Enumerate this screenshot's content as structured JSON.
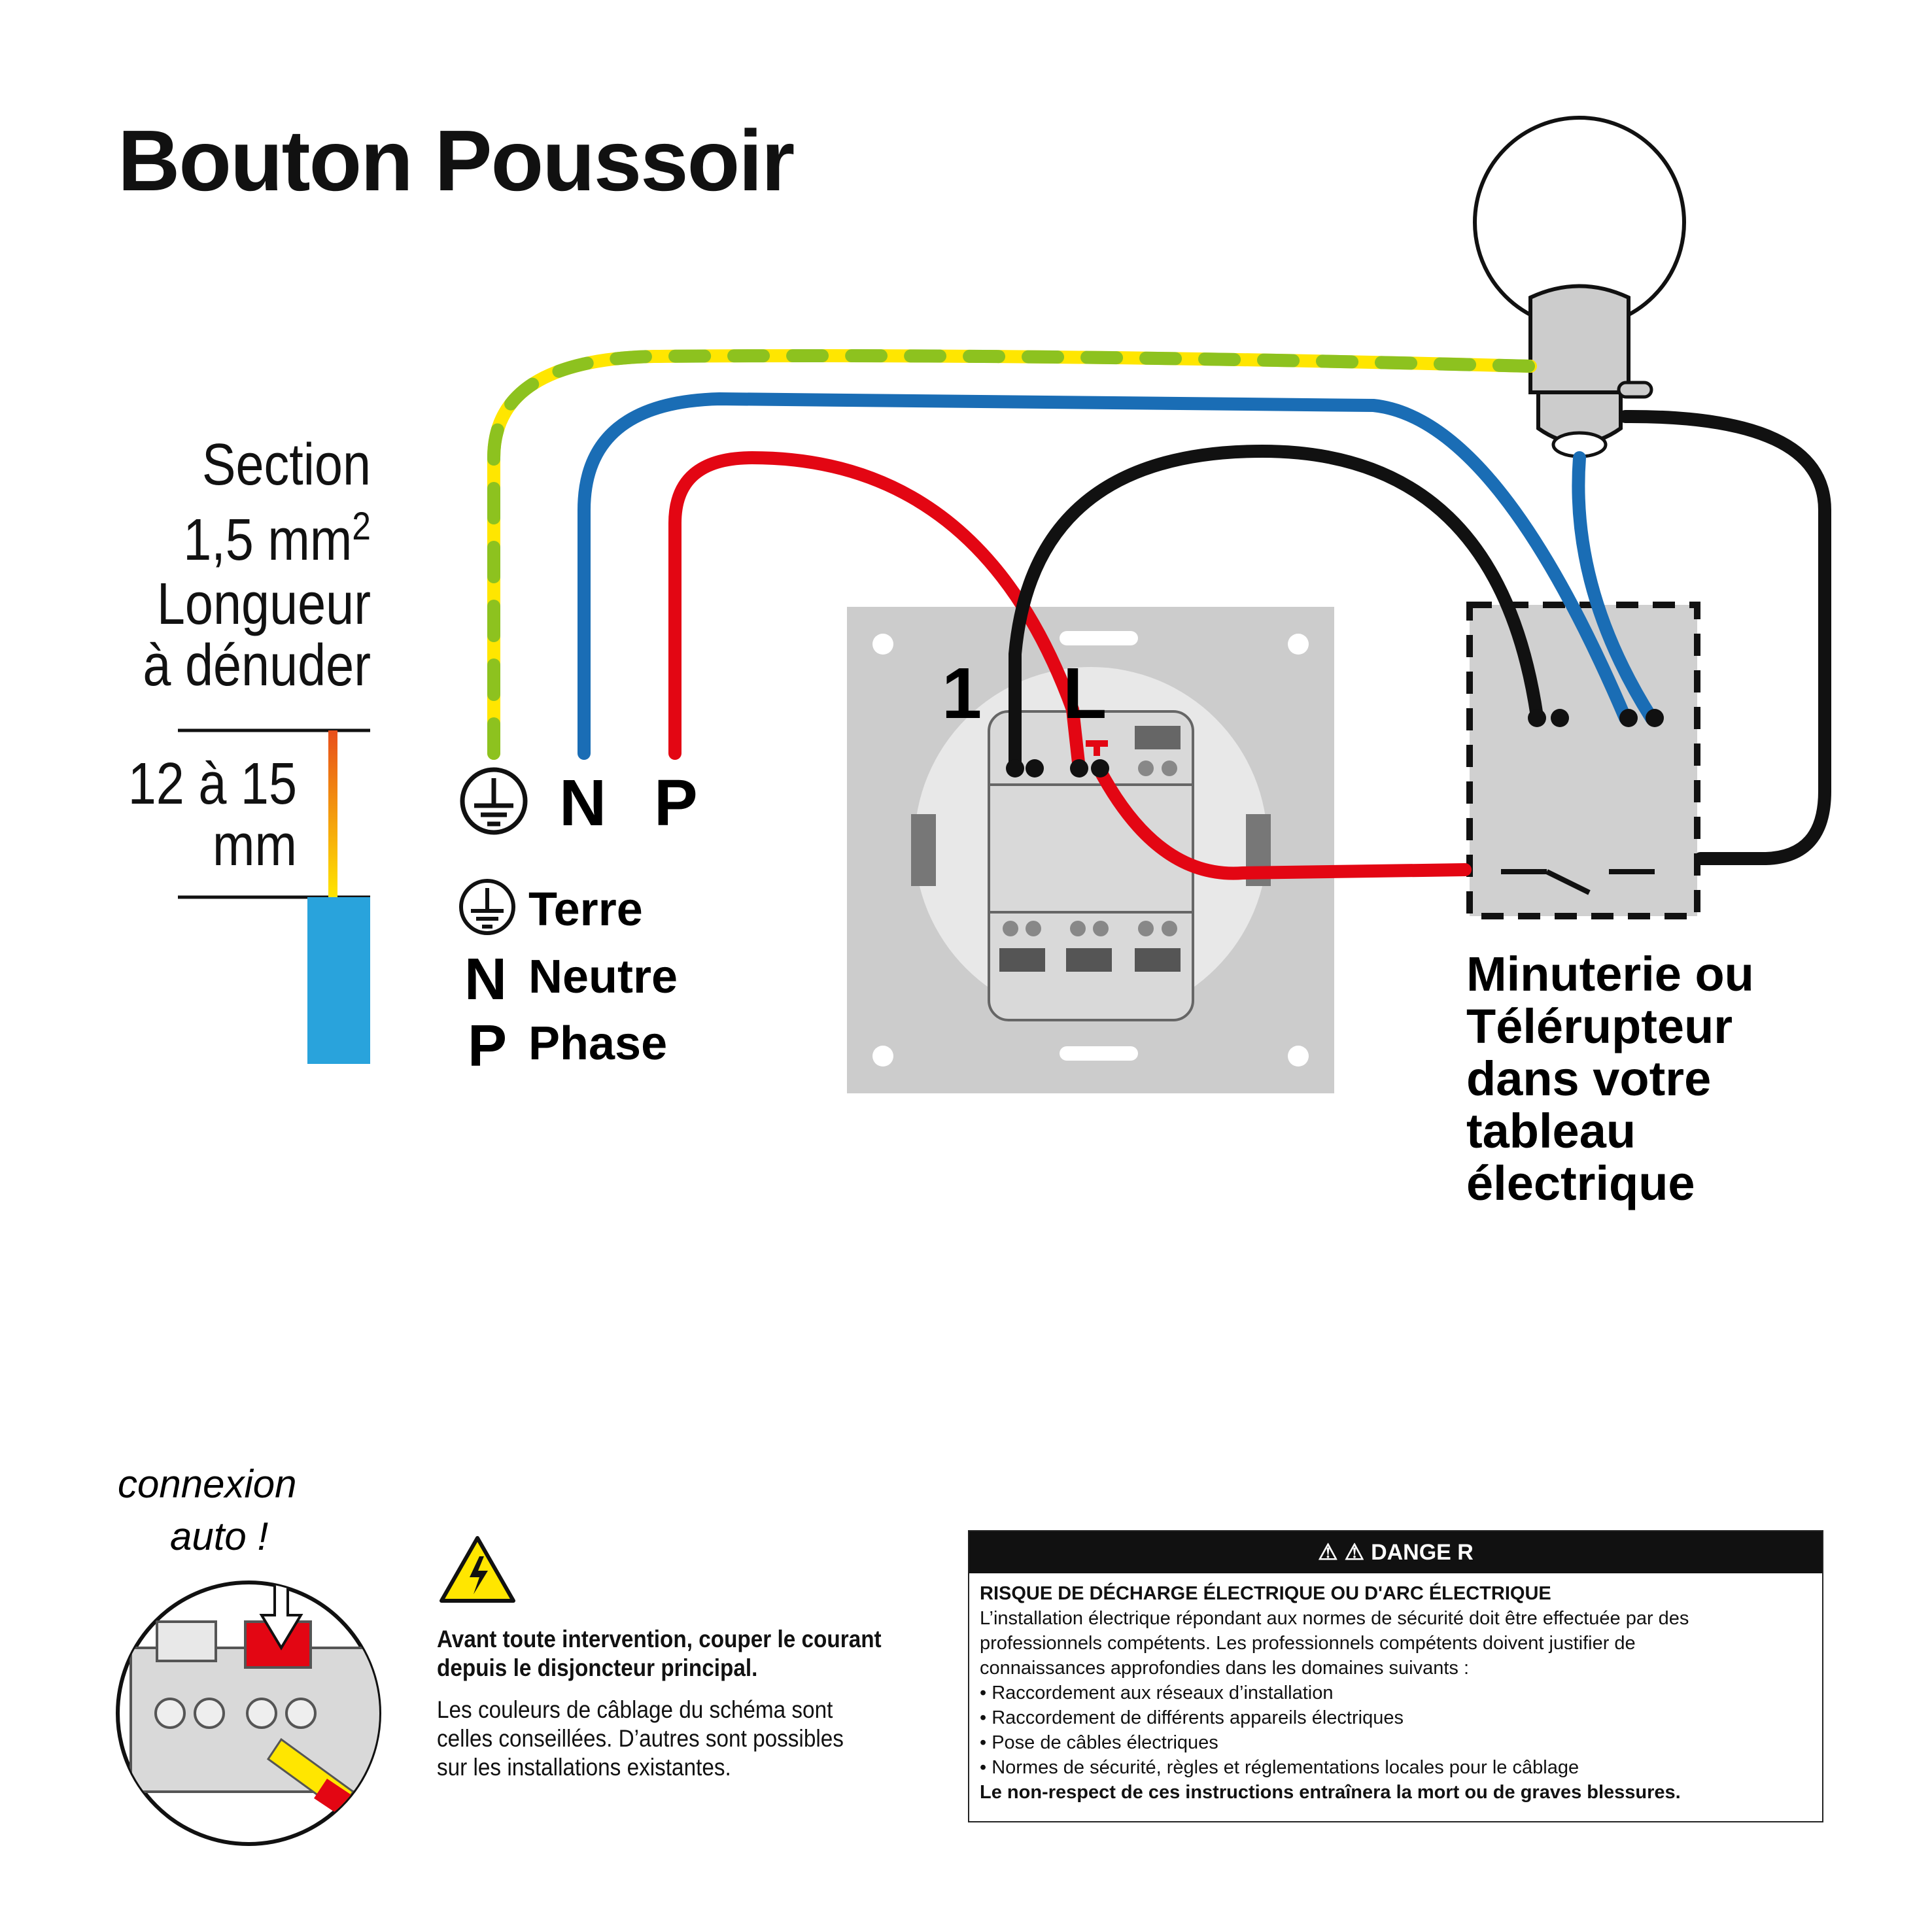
{
  "title": "Bouton Poussoir",
  "section": {
    "line1": "Section",
    "line2_value": "1,5 mm",
    "line2_sup": "2",
    "line3": "Longueur",
    "line4": "à dénuder"
  },
  "strip_length": {
    "line1": "12 à 15",
    "line2": "mm"
  },
  "terminals": {
    "n": "N",
    "p": "P"
  },
  "legend": {
    "terre": "Terre",
    "n_letter": "N",
    "neutre": "Neutre",
    "p_letter": "P",
    "phase": "Phase"
  },
  "switch_labels": {
    "one": "1",
    "l": "L"
  },
  "device_label": [
    "Minuterie ou",
    "Télérupteur",
    "dans votre",
    "tableau",
    "électrique"
  ],
  "auto_label": {
    "line1": "connexion",
    "line2": "auto !"
  },
  "warning": {
    "bold_line1": "Avant toute intervention, couper le courant",
    "bold_line2": "depuis le disjoncteur principal.",
    "line1": "Les couleurs de câblage du schéma sont",
    "line2": "celles conseillées. D’autres sont possibles",
    "line3": "sur les installations existantes."
  },
  "danger": {
    "header": "DANGE R",
    "subtitle": "RISQUE DE DÉCHARGE ÉLECTRIQUE OU D'ARC ÉLECTRIQUE",
    "p1": "L’installation électrique répondant aux normes de sécurité doit être effectuée par des",
    "p2": "professionnels compétents. Les professionnels compétents doivent justifier de",
    "p3": "connaissances approfondies dans les domaines suivants :",
    "bullets": [
      "• Raccordement aux réseaux d’installation",
      "• Raccordement de différents appareils électriques",
      "• Pose de câbles électriques",
      "• Normes de sécurité, règles et réglementations locales pour le câblage"
    ],
    "footer": "Le non-respect de ces instructions entraînera la mort ou de graves blessures."
  },
  "colors": {
    "earth_yellow": "#ffe600",
    "earth_green": "#8dc21f",
    "neutral_blue": "#1a6db5",
    "phase_red": "#e30613",
    "return_black": "#111111",
    "plate_grey": "#cccccc",
    "strip_blue": "#29a3dc"
  }
}
